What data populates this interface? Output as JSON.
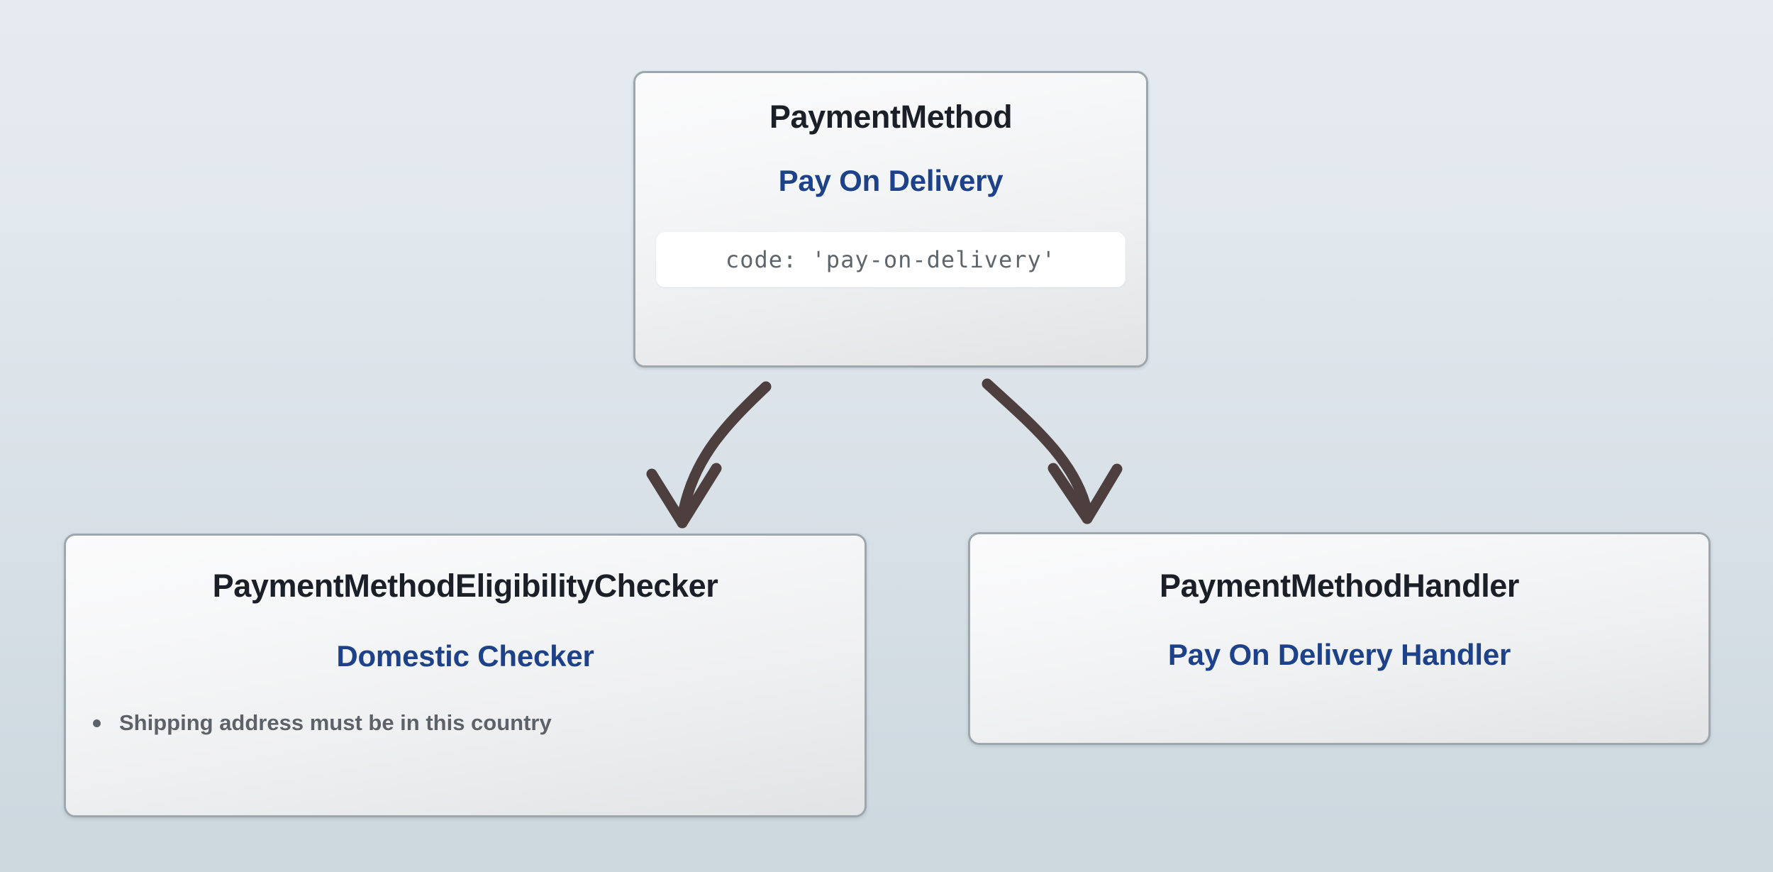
{
  "diagram": {
    "background_top_color": "#e5ebf1",
    "background_bottom_color": "#ccd7de",
    "arrow_color": "#4d3f3d",
    "node_border_color": "#9ea7ad",
    "title_color": "#1b1f27",
    "subtitle_color": "#1d4289",
    "body_text_color": "#5c6267"
  },
  "nodes": {
    "payment_method": {
      "type": "PaymentMethod",
      "name": "Pay On Delivery",
      "code": "code: 'pay-on-delivery'"
    },
    "eligibility_checker": {
      "type": "PaymentMethodEligibilityChecker",
      "name": "Domestic Checker",
      "criteria": [
        "Shipping address must be in this country"
      ]
    },
    "payment_handler": {
      "type": "PaymentMethodHandler",
      "name": "Pay On Delivery Handler"
    }
  },
  "edges": [
    {
      "from": "payment_method",
      "to": "eligibility_checker",
      "style": "curved-arrow"
    },
    {
      "from": "payment_method",
      "to": "payment_handler",
      "style": "curved-arrow"
    }
  ]
}
